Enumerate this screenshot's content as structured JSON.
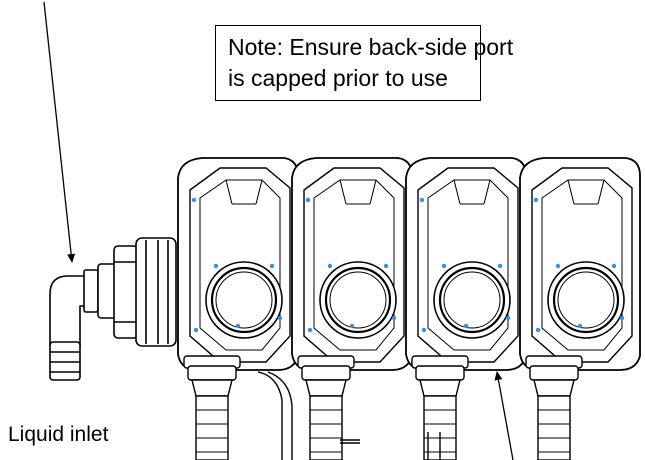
{
  "note": {
    "line1": "Note: Ensure back-side port",
    "line2": "is capped prior to use"
  },
  "labels": {
    "liquid_inlet": "Liquid inlet"
  },
  "colors": {
    "ink": "#000000",
    "accent": "#3b8fd6"
  }
}
